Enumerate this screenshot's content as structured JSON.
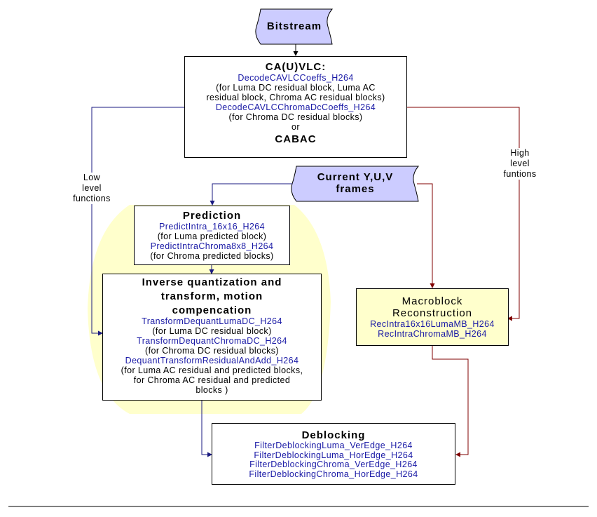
{
  "nodes": {
    "bitstream": {
      "title": "Bitstream"
    },
    "cavlc": {
      "title": "CA(U)VLC:",
      "fn1": "DecodeCAVLCCoeffs_H264",
      "desc1a": "(for Luma DC residual block, Luma AC",
      "desc1b": "residual block, Chroma AC residual blocks)",
      "fn2": "DecodeCAVLCChromaDcCoeffs_H264",
      "desc2": "(for Chroma DC residual blocks)",
      "or": "or",
      "cabac": "CABAC"
    },
    "current_frames": {
      "line1": "Current Y,U,V",
      "line2": "frames"
    },
    "prediction": {
      "title": "Prediction",
      "fn1": "PredictIntra_16x16_H264",
      "desc1": "(for Luma predicted block)",
      "fn2": "PredictIntraChroma8x8_H264",
      "desc2": "(for Chroma predicted blocks)"
    },
    "inverse": {
      "title1": "Inverse quantization  and",
      "title2": "transform, motion",
      "title3": "compencation",
      "fn1": "TransformDequantLumaDC_H264",
      "desc1": "(for Luma DC residual block)",
      "fn2": "TransformDequantChromaDC_H264",
      "desc2": "(for Chroma DC residual blocks)",
      "fn3": "DequantTransformResidualAndAdd_H264",
      "desc3a": "(for Luma AC residual and predicted blocks,",
      "desc3b": "for Chroma AC residual and predicted",
      "desc3c": "blocks )"
    },
    "macroblock": {
      "title1": "Macroblock",
      "title2": "Reconstruction",
      "fn1": "RecIntra16x16LumaMB_H264",
      "fn2": "RecIntraChromaMB_H264"
    },
    "deblocking": {
      "title": "Deblocking",
      "fn1": "FilterDeblockingLuma_VerEdge_H264",
      "fn2": "FilterDeblockingLuma_HorEdge_H264",
      "fn3": "FilterDeblockingChroma_VerEdge_H264",
      "fn4": "FilterDeblockingChroma_HorEdge_H264"
    }
  },
  "labels": {
    "low": [
      "Low",
      "level",
      "functions"
    ],
    "high": [
      "High",
      "level",
      "funtions"
    ]
  },
  "colors": {
    "blue_arrow": "#1a1a80",
    "red_arrow": "#800000",
    "tape_fill": "#ccccff",
    "highlight": "#ffffcc",
    "function_text": "#1a1aa6"
  }
}
